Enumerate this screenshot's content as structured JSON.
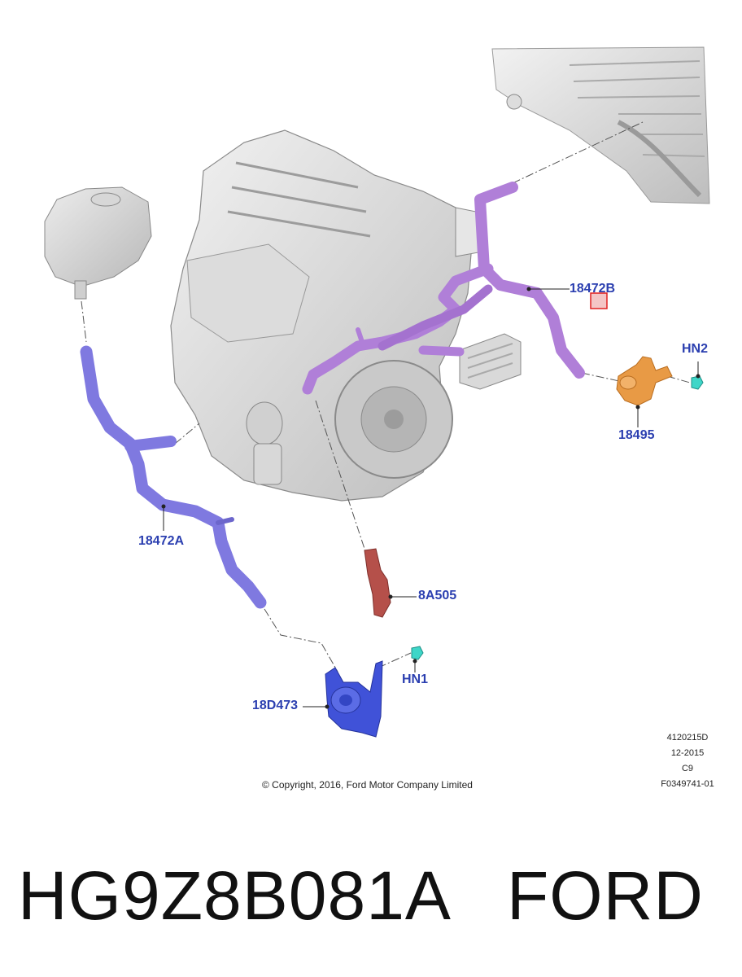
{
  "callouts": {
    "hose_upper": "18472B",
    "thermostat": "18495",
    "nut_upper": "HN2",
    "hose_lower": "18472A",
    "tube": "8A505",
    "nut_lower": "HN1",
    "pump": "18D473"
  },
  "footer": {
    "copyright": "© Copyright, 2016, Ford Motor Company Limited",
    "meta_lines": [
      "4120215D",
      "12-2015",
      "C9",
      "F0349741-01"
    ]
  },
  "caption": {
    "part_number": "HG9Z8B081A",
    "brand": "FORD"
  },
  "colors": {
    "hose_upper": "#b07fd8",
    "hose_lower": "#7f79e0",
    "thermostat": "#e89a45",
    "tube": "#b5504a",
    "pump": "#4052d8",
    "fastener": "#3ed6c8",
    "callout_text": "#2b3fb0",
    "highlight_box": "#e02020"
  }
}
